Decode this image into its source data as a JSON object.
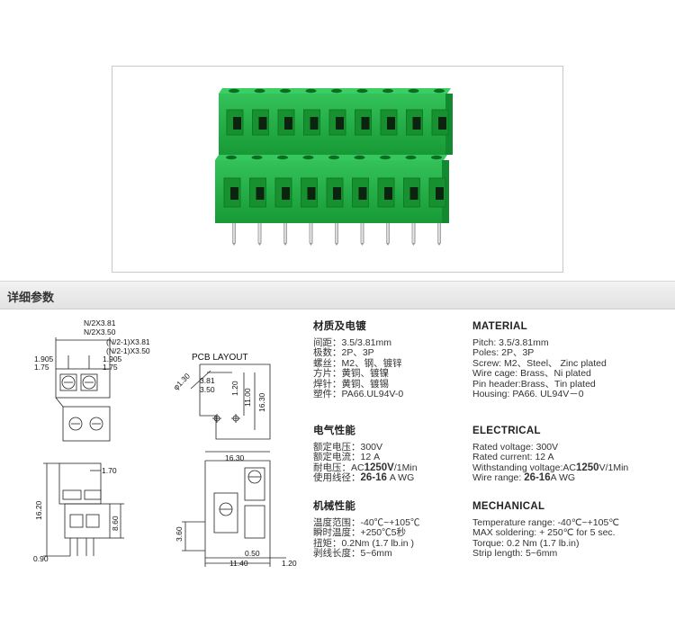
{
  "section_title": "详细参数",
  "drawing_labels": {
    "pcb_layout": "PCB LAYOUT",
    "n2x381": "N/2X3.81",
    "n2x350": "N/2X3.50",
    "n21x381": "(N/2-1)X3.81",
    "n21x350": "(N/2-1)X3.50",
    "d1905a": "1.905",
    "d175a": "1.75",
    "d1905b": "1.905",
    "d175b": "1.75",
    "phi130": "φ1.30",
    "p381": "3.81",
    "p350": "3.50",
    "p120": "1.20",
    "p1100": "11.00",
    "p1630": "16.30",
    "s170": "1.70",
    "s1620": "16.20",
    "s860": "8.60",
    "s090": "0.90",
    "f1630": "16.30",
    "f360": "3.60",
    "f050": "0.50",
    "f1140": "11.40",
    "f120": "1.20"
  },
  "cn": {
    "material": {
      "title": "材质及电镀",
      "rows": [
        "间距：3.5/3.81mm",
        "极数：2P、3P",
        "螺丝：M2、钢、镀锌",
        "方片：黄铜、镀镍",
        "焊针：黄铜、镀锡",
        "塑件：PA66.UL94V-0"
      ]
    },
    "electrical": {
      "title": "电气性能",
      "r1": "额定电压：300V",
      "r2": "额定电流：12 A",
      "r3a": "耐电压：AC",
      "r3b": "1250V",
      "r3c": "/1Min",
      "r4a": "使用线径：",
      "r4b": "26-16",
      "r4c": " A WG"
    },
    "mechanical": {
      "title": "机械性能",
      "rows": [
        "温度范围：-40℃~+105℃",
        "瞬时温度：+250℃5秒",
        "扭矩：0.2Nm (1.7 lb.in )",
        "剥线长度：5~6mm"
      ]
    }
  },
  "en": {
    "material": {
      "title": "MATERIAL",
      "rows": [
        "Pitch: 3.5/3.81mm",
        "Poles: 2P、3P",
        "Screw: M2、Steel、 Zinc plated",
        "Wire cage: Brass、Ni plated",
        "Pin header:Brass、Tin plated",
        "Housing: PA66. UL94V－0"
      ]
    },
    "electrical": {
      "title": "ELECTRICAL",
      "r1": "Rated voltage: 300V",
      "r2": "Rated current: 12 A",
      "r3a": "Withstanding voltage:AC",
      "r3b": "1250",
      "r3c": "V/1Min",
      "r4a": "Wire range: ",
      "r4b": "26-16",
      "r4c": "A WG"
    },
    "mechanical": {
      "title": "MECHANICAL",
      "rows": [
        "Temperature range: -40℃~+105℃",
        "MAX soldering: + 250℃ for 5 sec.",
        "Torque: 0.2 Nm (1.7 lb.in)",
        "Strip length: 5~6mm"
      ]
    }
  },
  "colors": {
    "housing_green": "#1fa83f",
    "housing_dark": "#137a2b",
    "pin_silver": "#c8c8c8"
  }
}
